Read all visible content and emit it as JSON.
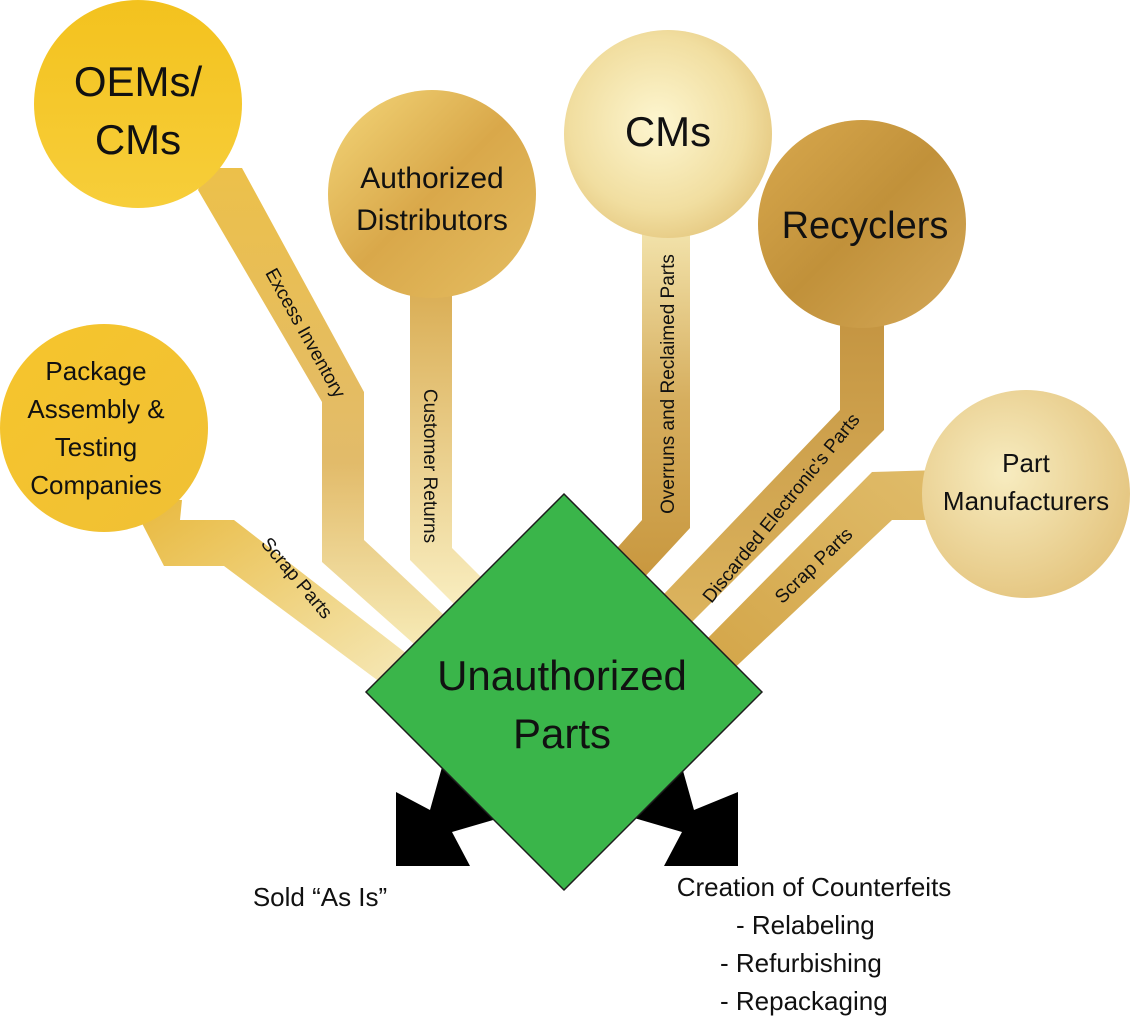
{
  "sources": {
    "oems": {
      "line1": "OEMs/",
      "line2": "CMs"
    },
    "authorized": {
      "line1": "Authorized",
      "line2": "Distributors"
    },
    "cms": {
      "line1": "CMs"
    },
    "recyclers": {
      "line1": "Recyclers"
    },
    "package": {
      "line1": "Package",
      "line2": "Assembly &",
      "line3": "Testing",
      "line4": "Companies"
    },
    "part_mfr": {
      "line1": "Part",
      "line2": "Manufacturers"
    }
  },
  "paths": {
    "oems": "Excess Inventory",
    "authorized": "Customer Returns",
    "cms": "Overruns and Reclaimed Parts",
    "recyclers": "Discarded Electronic's Parts",
    "package": "Scrap Parts",
    "part_mfr": "Scrap Parts"
  },
  "center": {
    "line1": "Unauthorized",
    "line2": "Parts"
  },
  "outputs": {
    "left": "Sold “As Is”",
    "right_title": "Creation of Counterfeits",
    "right_items": [
      "- Relabeling",
      "- Refurbishing",
      "- Repackaging"
    ]
  },
  "colors": {
    "center": "#3ab54a",
    "gold": "#f5c22b",
    "light_gold": "#f8eeb8",
    "dark_gold": "#c89a3a",
    "arrow": "#000000"
  }
}
